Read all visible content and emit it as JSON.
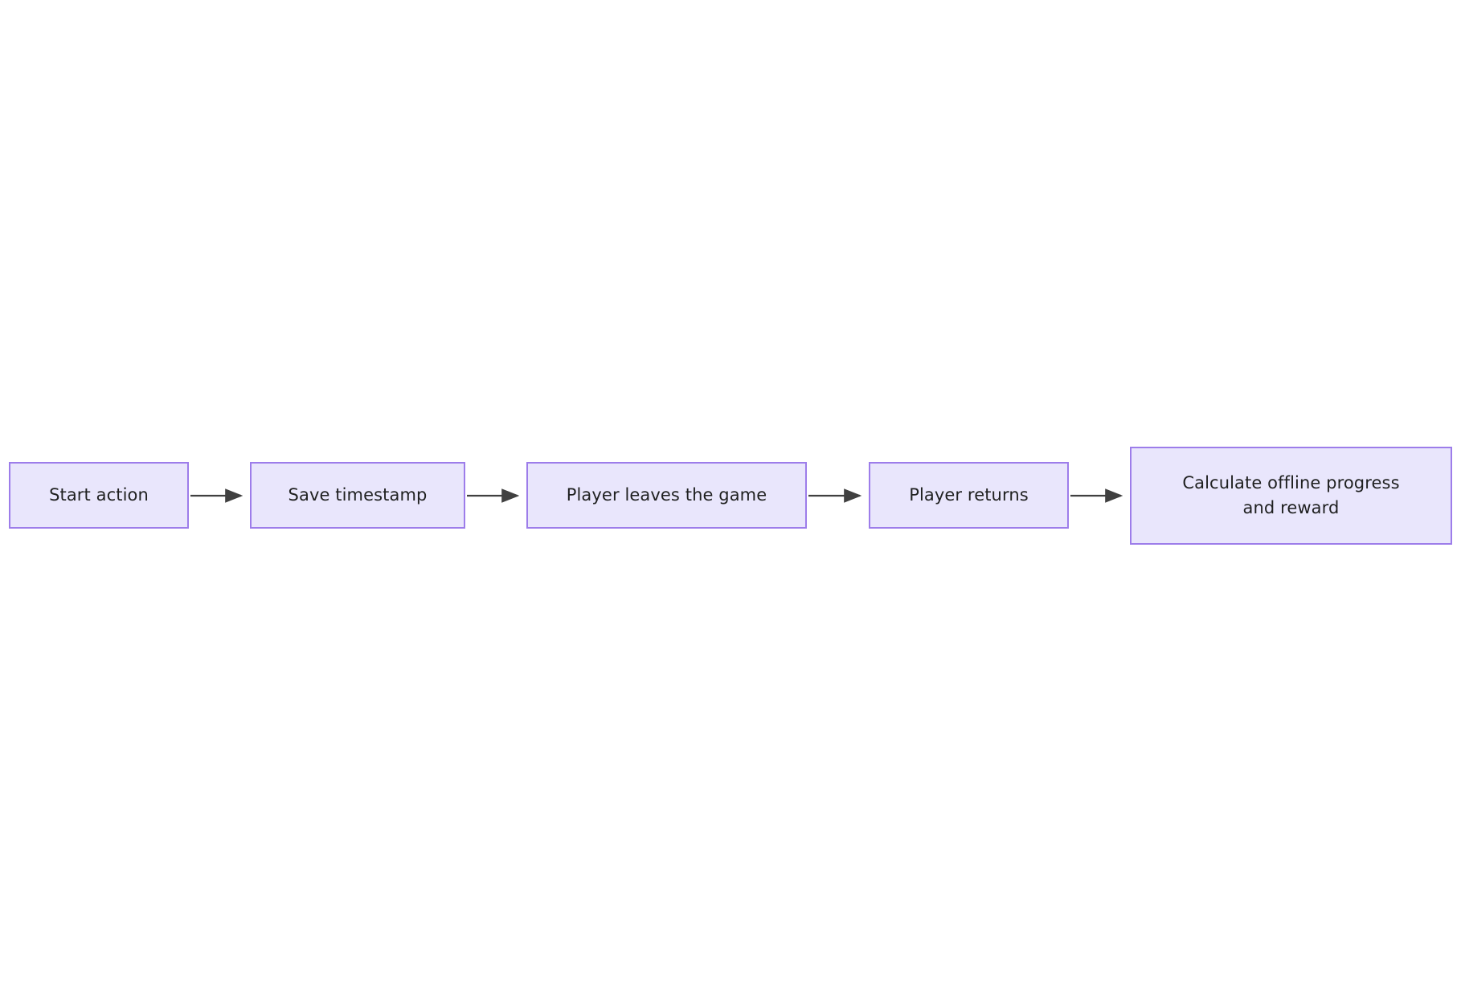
{
  "diagram": {
    "type": "flowchart",
    "orientation": "left-to-right",
    "background_color": "#ffffff",
    "node_fill_color": "#e9e6fc",
    "node_border_color": "#9d7dea",
    "node_text_color": "#1f2020",
    "edge_color": "#404040",
    "nodes": [
      {
        "id": "start-action",
        "label": "Start action"
      },
      {
        "id": "save-timestamp",
        "label": "Save timestamp"
      },
      {
        "id": "player-leaves",
        "label": "Player leaves the game"
      },
      {
        "id": "player-returns",
        "label": "Player returns"
      },
      {
        "id": "calculate",
        "label": "Calculate offline progress\nand reward"
      }
    ],
    "edges": [
      {
        "id": "edge-1",
        "from": "start-action",
        "to": "save-timestamp",
        "label": ""
      },
      {
        "id": "edge-2",
        "from": "save-timestamp",
        "to": "player-leaves",
        "label": ""
      },
      {
        "id": "edge-3",
        "from": "player-leaves",
        "to": "player-returns",
        "label": ""
      },
      {
        "id": "edge-4",
        "from": "player-returns",
        "to": "calculate",
        "label": ""
      }
    ]
  }
}
